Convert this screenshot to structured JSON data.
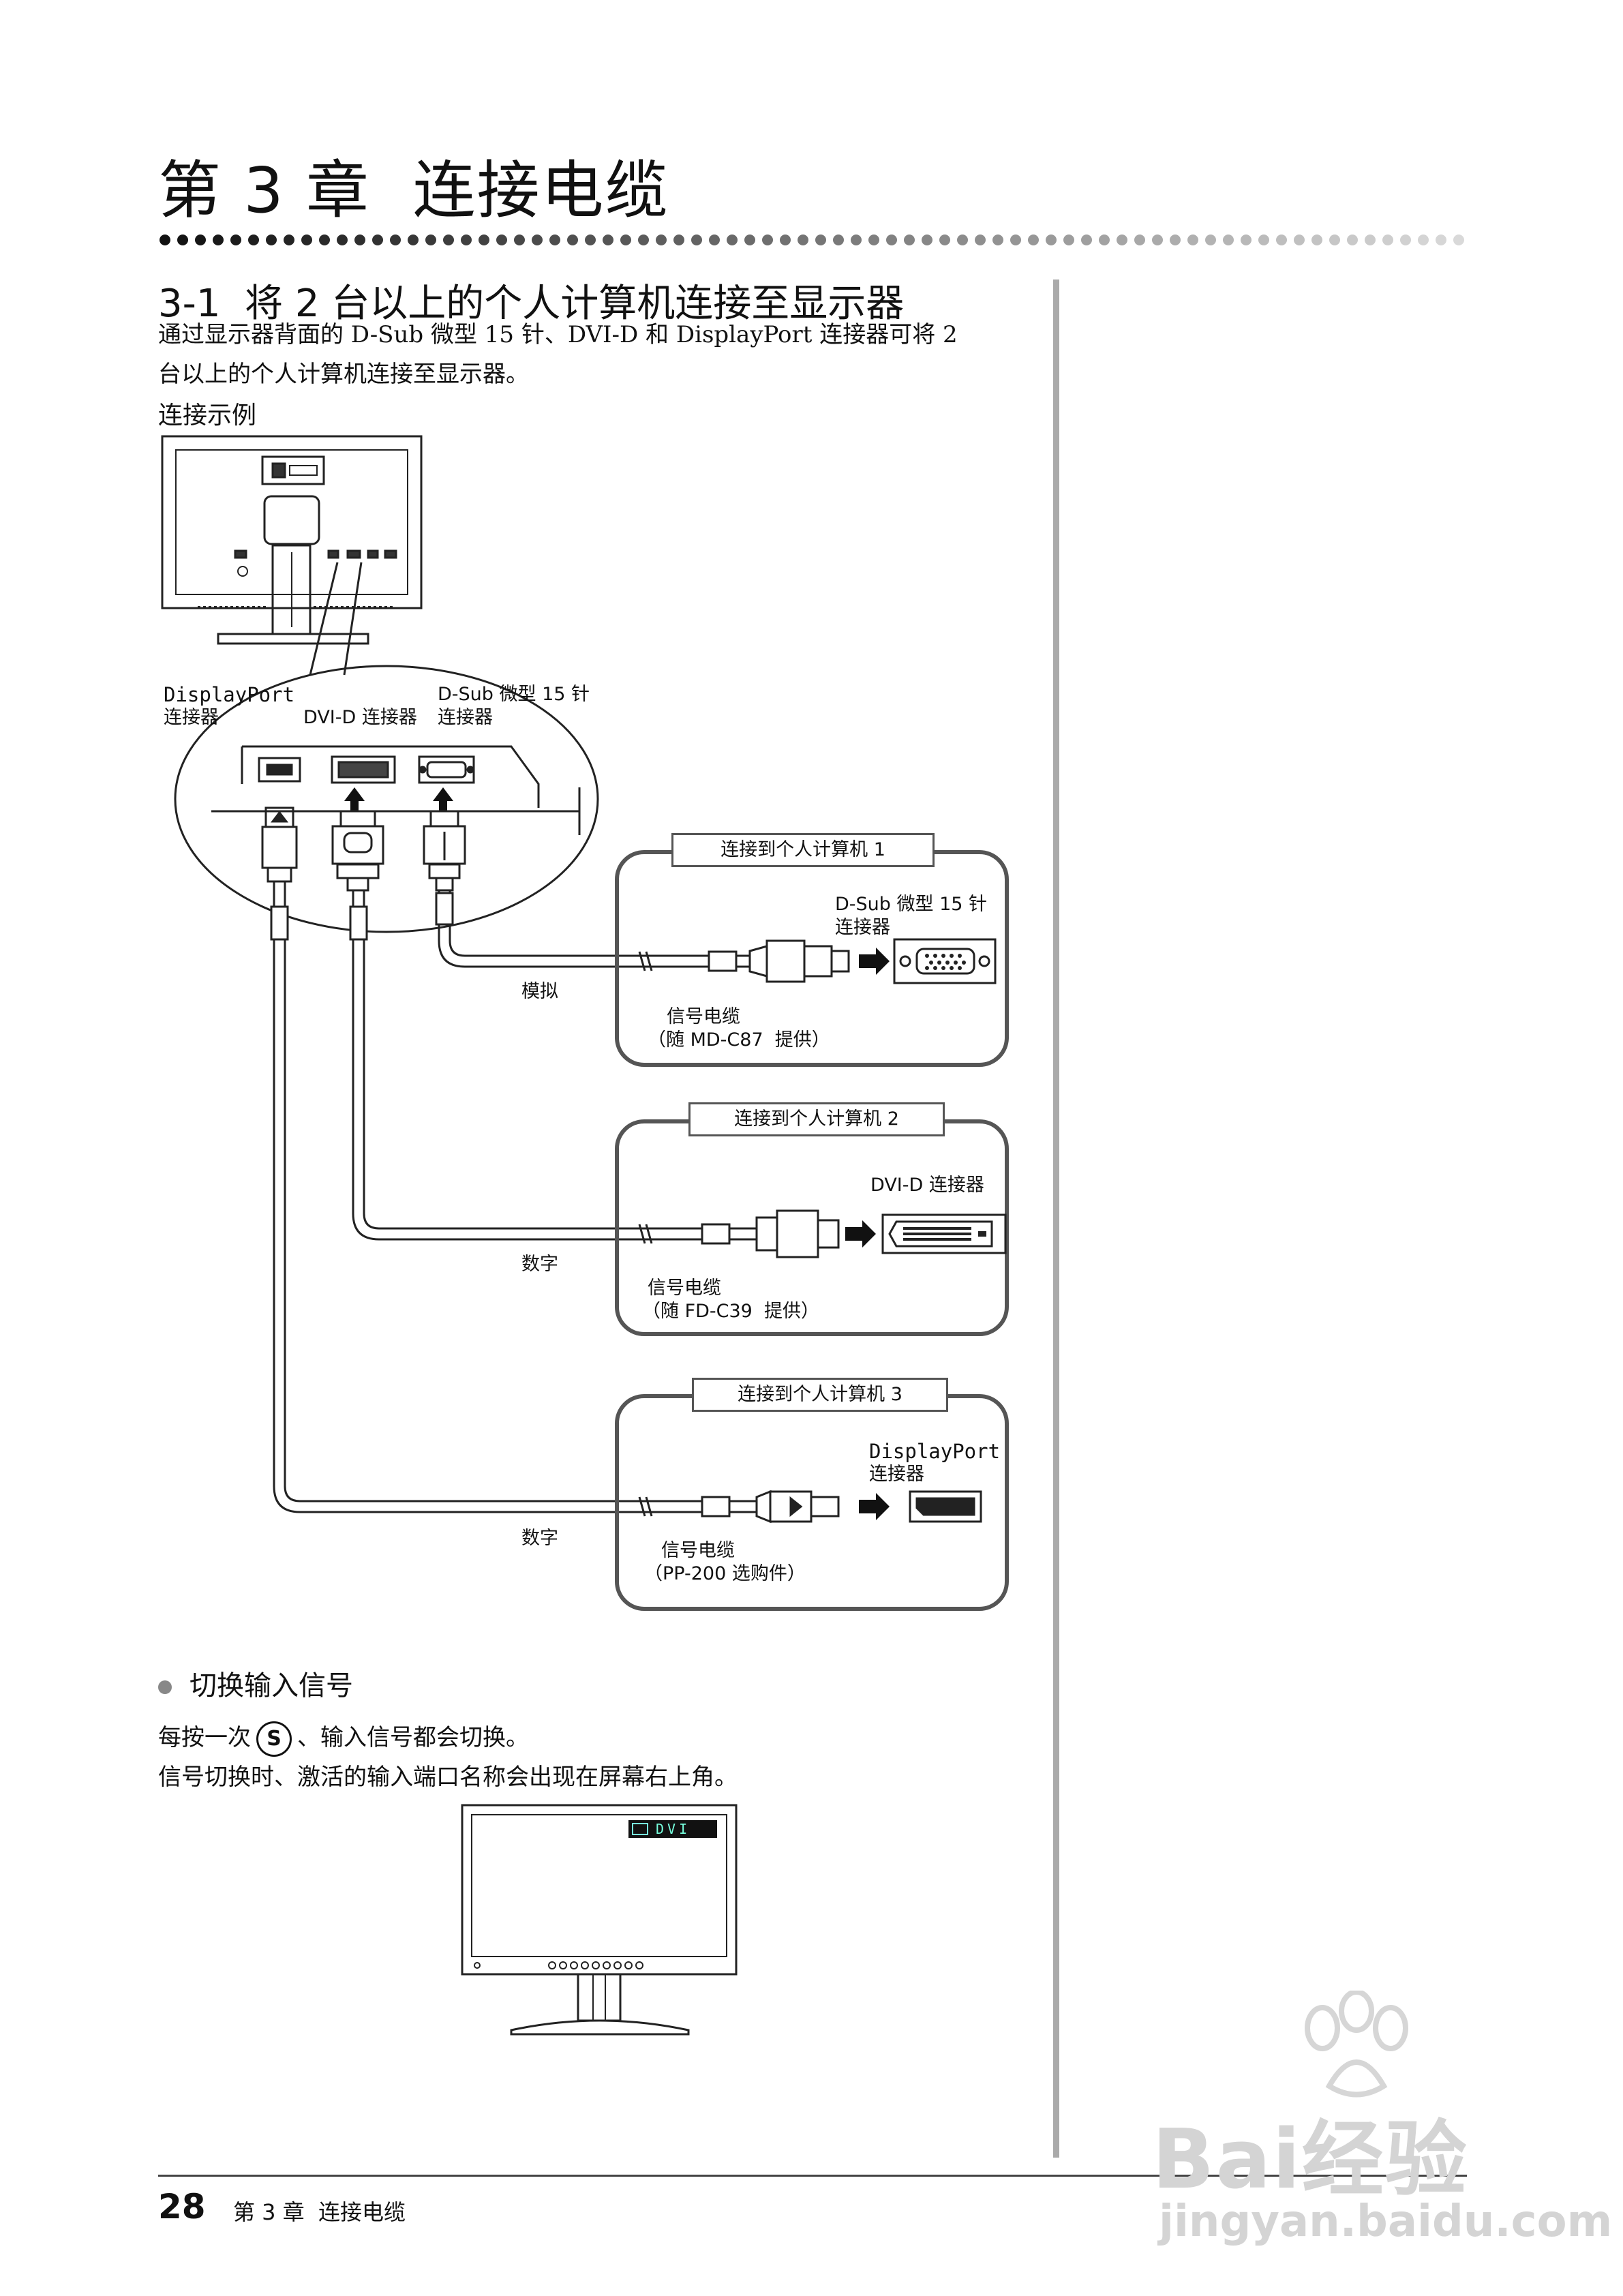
{
  "chapter": {
    "title": "第 3 章  连接电缆"
  },
  "section": {
    "title": "3-1  将 2 台以上的个人计算机连接至显示器",
    "intro_line1": "通过显示器背面的 D-Sub 微型 15 针、DVI-D 和 DisplayPort 连接器可将 2",
    "intro_line2": "台以上的个人计算机连接至显示器。",
    "example_label": "连接示例"
  },
  "diagram": {
    "monitor_ports": {
      "displayport_line1": "DisplayPort",
      "displayport_line2": "连接器",
      "dvid": "DVI-D 连接器",
      "dsub_line1": "D-Sub 微型 15 针",
      "dsub_line2": "连接器"
    },
    "pc1": {
      "box_title": "连接到个人计算机 1",
      "connector_line1": "D-Sub 微型 15 针",
      "connector_line2": "连接器",
      "signal_type": "模拟",
      "cable_line1": "信号电缆",
      "cable_line2": "（随 MD-C87  提供）"
    },
    "pc2": {
      "box_title": "连接到个人计算机 2",
      "connector_line1": "DVI-D 连接器",
      "signal_type": "数字",
      "cable_line1": "信号电缆",
      "cable_line2": "（随 FD-C39  提供）"
    },
    "pc3": {
      "box_title": "连接到个人计算机 3",
      "connector_line1": "DisplayPort",
      "connector_line2": "连接器",
      "signal_type": "数字",
      "cable_line1": "信号电缆",
      "cable_line2": "（PP-200 选购件）"
    }
  },
  "switching": {
    "heading": "切换输入信号",
    "line1_before": "每按一次",
    "button_label": "S",
    "line1_after": "、输入信号都会切换。",
    "line2": "信号切换时、激活的输入端口名称会出现在屏幕右上角。",
    "osd_text": "DVI"
  },
  "footer": {
    "page_number": "28",
    "chapter_text": "第 3 章  连接电缆"
  },
  "watermark": {
    "brand": "Bai经验",
    "url": "jingyan.baidu.com"
  }
}
